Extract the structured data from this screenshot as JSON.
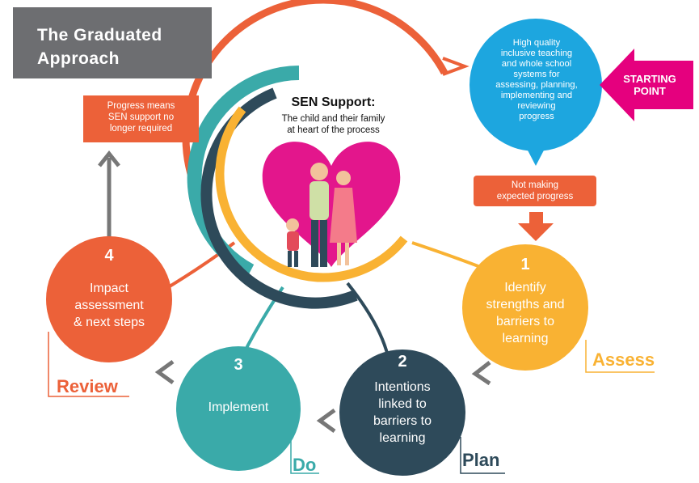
{
  "title": {
    "line1": "The Graduated",
    "line2": "Approach"
  },
  "center": {
    "heading": "SEN Support:",
    "subtitle_line1": "The child and their family",
    "subtitle_line2": "at heart of the process"
  },
  "progress_note": {
    "line1": "Progress means",
    "line2": "SEN support no",
    "line3": "longer required"
  },
  "start_bubble": {
    "lines": [
      "High quality",
      "inclusive teaching",
      "and whole school",
      "systems for",
      "assessing, planning,",
      "implementing and",
      "reviewing",
      "progress"
    ]
  },
  "starting_point": {
    "line1": "STARTING",
    "line2": "POINT"
  },
  "not_progress": {
    "line1": "Not making",
    "line2": "expected progress"
  },
  "steps": {
    "assess": {
      "number": "1",
      "lines": [
        "Identify",
        "strengths and",
        "barriers to",
        "learning"
      ],
      "label": "Assess"
    },
    "plan": {
      "number": "2",
      "lines": [
        "Intentions",
        "linked to",
        "barriers to",
        "learning"
      ],
      "label": "Plan"
    },
    "do": {
      "number": "3",
      "lines": [
        "Implement"
      ],
      "label": "Do"
    },
    "review": {
      "number": "4",
      "lines": [
        "Impact",
        "assessment",
        "& next steps"
      ],
      "label": "Review"
    }
  },
  "colors": {
    "orange": "#ec6139",
    "yellow": "#f9b233",
    "navy": "#2e4a5a",
    "teal": "#3aaaa9",
    "blue": "#1da6df",
    "magenta": "#e5007e",
    "heart": "#e3168c",
    "grey": "#6d6e71"
  }
}
